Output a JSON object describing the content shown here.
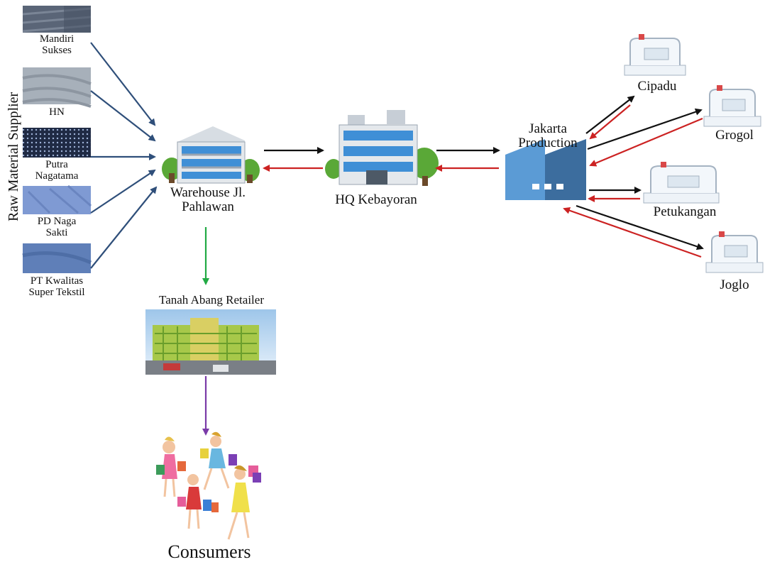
{
  "title": "",
  "side_label": "Raw Material Supplier",
  "suppliers": [
    {
      "id": "mandiri",
      "label": "Mandiri\nSukses"
    },
    {
      "id": "hn",
      "label": "HN"
    },
    {
      "id": "putra",
      "label": "Putra\nNagatama"
    },
    {
      "id": "naga",
      "label": "PD Naga\nSakti"
    },
    {
      "id": "kwalitas",
      "label": "PT Kwalitas\nSuper Tekstil"
    }
  ],
  "nodes": {
    "warehouse": "Warehouse Jl.\nPahlawan",
    "hq": "HQ Kebayoran",
    "production": "Jakarta\nProduction",
    "retailer": "Tanah Abang Retailer",
    "consumers": "Consumers"
  },
  "workshops": [
    {
      "id": "cipadu",
      "label": "Cipadu"
    },
    {
      "id": "grogol",
      "label": "Grogol"
    },
    {
      "id": "petukangan",
      "label": "Petukangan"
    },
    {
      "id": "joglo",
      "label": "Joglo"
    }
  ],
  "flows": [
    {
      "from": "Mandiri Sukses",
      "to": "Warehouse Jl. Pahlawan",
      "color": "#2f4f7a"
    },
    {
      "from": "HN",
      "to": "Warehouse Jl. Pahlawan",
      "color": "#2f4f7a"
    },
    {
      "from": "Putra Nagatama",
      "to": "Warehouse Jl. Pahlawan",
      "color": "#2f4f7a"
    },
    {
      "from": "PD Naga Sakti",
      "to": "Warehouse Jl. Pahlawan",
      "color": "#2f4f7a"
    },
    {
      "from": "PT Kwalitas Super Tekstil",
      "to": "Warehouse Jl. Pahlawan",
      "color": "#2f4f7a"
    },
    {
      "from": "Warehouse Jl. Pahlawan",
      "to": "HQ Kebayoran",
      "color": "#111111"
    },
    {
      "from": "HQ Kebayoran",
      "to": "Warehouse Jl. Pahlawan",
      "color": "#cc2222"
    },
    {
      "from": "HQ Kebayoran",
      "to": "Jakarta Production",
      "color": "#111111"
    },
    {
      "from": "Jakarta Production",
      "to": "HQ Kebayoran",
      "color": "#cc2222"
    },
    {
      "from": "Jakarta Production",
      "to": "Cipadu",
      "color": "#111111"
    },
    {
      "from": "Cipadu",
      "to": "Jakarta Production",
      "color": "#cc2222"
    },
    {
      "from": "Jakarta Production",
      "to": "Grogol",
      "color": "#111111"
    },
    {
      "from": "Grogol",
      "to": "Jakarta Production",
      "color": "#cc2222"
    },
    {
      "from": "Jakarta Production",
      "to": "Petukangan",
      "color": "#111111"
    },
    {
      "from": "Petukangan",
      "to": "Jakarta Production",
      "color": "#cc2222"
    },
    {
      "from": "Jakarta Production",
      "to": "Joglo",
      "color": "#111111"
    },
    {
      "from": "Joglo",
      "to": "Jakarta Production",
      "color": "#cc2222"
    },
    {
      "from": "Warehouse Jl. Pahlawan",
      "to": "Tanah Abang Retailer",
      "color": "#22aa44"
    },
    {
      "from": "Tanah Abang Retailer",
      "to": "Consumers",
      "color": "#7a3aa8"
    }
  ],
  "icons": {
    "fabric_swatch": "fabric-swatch-icon",
    "warehouse": "warehouse-building-icon",
    "hq": "office-building-icon",
    "production": "factory-icon",
    "workshop": "sewing-machine-icon",
    "retailer": "market-building-photo",
    "consumers": "shoppers-illustration"
  },
  "colors": {
    "supply_arrow": "#2f4f7a",
    "forward_arrow": "#111111",
    "return_arrow": "#cc2222",
    "retail_arrow": "#22aa44",
    "consumer_arrow": "#7a3aa8",
    "factory": "#5b9bd5",
    "factory_dark": "#3c6d9e"
  }
}
